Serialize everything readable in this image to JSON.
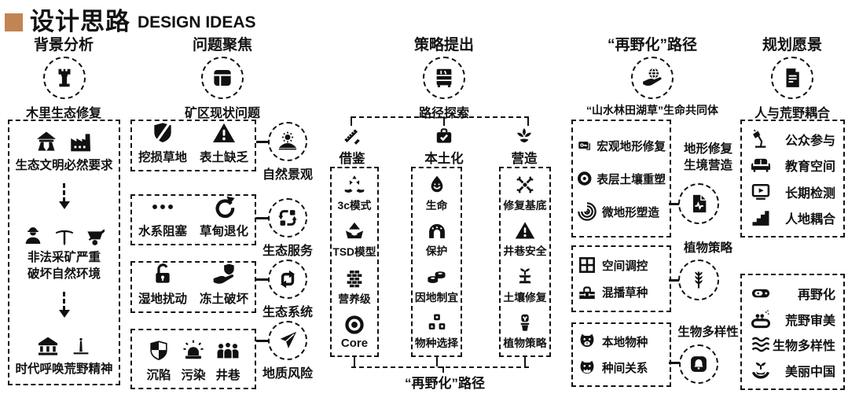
{
  "page_title": {
    "zh": "设计思路",
    "en": "DESIGN IDEAS"
  },
  "colors": {
    "accent": "#c08552",
    "ink": "#111111"
  },
  "background": {
    "header": "背景分析",
    "topic": "木里生态修复",
    "topic_icon": "tower-icon",
    "steps": [
      {
        "icons": [
          "pavilion-icon",
          "factory-icon"
        ],
        "text": "生态文明必然要求"
      },
      {
        "icons": [
          "miner-icon",
          "pickaxe-icon",
          "wheelbarrow-icon"
        ],
        "text": "非法采矿严重\n破坏自然环境"
      },
      {
        "icons": [
          "bank-icon",
          "monument-icon"
        ],
        "text": "时代呼唤荒野精神"
      }
    ]
  },
  "problems": {
    "header": "问题聚焦",
    "topic": "矿区现状问题",
    "topic_icon": "grid-icon",
    "groups": [
      {
        "items": [
          {
            "icon": "shield-slash-icon",
            "label": "挖损草地"
          },
          {
            "icon": "warning-icon",
            "label": "表土缺乏"
          }
        ],
        "category": {
          "icon": "sun-landscape-icon",
          "label": "自然景观"
        }
      },
      {
        "items": [
          {
            "icon": "dots-icon",
            "label": "水系阻塞"
          },
          {
            "icon": "rotate-icon",
            "label": "草甸退化"
          }
        ],
        "category": {
          "icon": "sync-icon",
          "label": "生态服务"
        }
      },
      {
        "items": [
          {
            "icon": "unlock-icon",
            "label": "湿地扰动"
          },
          {
            "icon": "hand-shield-icon",
            "label": "冻土破坏"
          }
        ],
        "category": {
          "icon": "loop-icon",
          "label": "生态系统"
        }
      },
      {
        "items": [
          {
            "icon": "shield-half-icon",
            "label": "沉陷"
          },
          {
            "icon": "siren-icon",
            "label": "污染"
          },
          {
            "icon": "people-icon",
            "label": "井巷"
          }
        ],
        "category": {
          "icon": "plane-icon",
          "label": "地质风险"
        }
      }
    ]
  },
  "strategy": {
    "header": "策略提出",
    "topic": "路径探索",
    "topic_icon": "cabinet-icon",
    "footer": "“再野化”路径",
    "branches": [
      {
        "icon": "ruler-pencil-icon",
        "label": "借鉴",
        "items": [
          {
            "icon": "hands-recycle-icon",
            "label": "3c模式"
          },
          {
            "icon": "origami-icon",
            "label": "TSD模型"
          },
          {
            "icon": "bricks-icon",
            "label": "营养级"
          },
          {
            "icon": "core-icon",
            "label": "Core"
          }
        ]
      },
      {
        "icon": "briefcase-check-icon",
        "label": "本土化",
        "items": [
          {
            "icon": "drop-icon",
            "label": "生命"
          },
          {
            "icon": "arch-icon",
            "label": "保护"
          },
          {
            "icon": "sushi-icon",
            "label": "因地制宜"
          },
          {
            "icon": "blocks-icon",
            "label": "物种选择"
          }
        ]
      },
      {
        "icon": "flower-icon",
        "label": "营造",
        "items": [
          {
            "icon": "scatter-icon",
            "label": "修复基底"
          },
          {
            "icon": "warning-icon",
            "label": "井巷安全"
          },
          {
            "icon": "sprout-scale-icon",
            "label": "土壤修复"
          },
          {
            "icon": "potted-plant-icon",
            "label": "植物策略"
          }
        ]
      }
    ]
  },
  "rewilding": {
    "header": "“再野化”路径",
    "topic": "“山水林田湖草”生命共同体",
    "topic_icon": "hand-globe-icon",
    "groups": [
      {
        "items": [
          {
            "icon": "key-icon",
            "label": "宏观地形修复"
          },
          {
            "icon": "record-icon",
            "label": "表层土壤重塑"
          },
          {
            "icon": "spiral-icon",
            "label": "微地形塑造"
          }
        ],
        "category": {
          "label": "地形修复\n生境营造",
          "icon": "pulse-file-icon"
        }
      },
      {
        "items": [
          {
            "icon": "window-grid-icon",
            "label": "空间调控"
          },
          {
            "icon": "toolbox-icon",
            "label": "混播草种"
          }
        ],
        "category": {
          "label": "植物策略",
          "icon": "wheat-icon"
        }
      },
      {
        "items": [
          {
            "icon": "tiger-icon",
            "label": "本地物种"
          },
          {
            "icon": "tiger-angry-icon",
            "label": "种间关系"
          }
        ],
        "category": {
          "label": "生物多样性",
          "icon": "bell-icon"
        }
      }
    ]
  },
  "vision": {
    "header": "规划愿景",
    "topic": "人与荒野耦合",
    "topic_icon": "document-icon",
    "groups": [
      {
        "items": [
          {
            "icon": "lamp-icon",
            "label": "公众参与"
          },
          {
            "icon": "sofa-icon",
            "label": "教育空间"
          },
          {
            "icon": "monitor-play-icon",
            "label": "长期检测"
          },
          {
            "icon": "stairs-icon",
            "label": "人地耦合"
          }
        ]
      },
      {
        "items": [
          {
            "icon": "battery-icon",
            "label": "再野化"
          },
          {
            "icon": "hot-tub-icon",
            "label": "荒野审美"
          },
          {
            "icon": "waves-icon",
            "label": "生物多样性"
          },
          {
            "icon": "hands-sprout-icon",
            "label": "美丽中国"
          }
        ]
      }
    ]
  }
}
